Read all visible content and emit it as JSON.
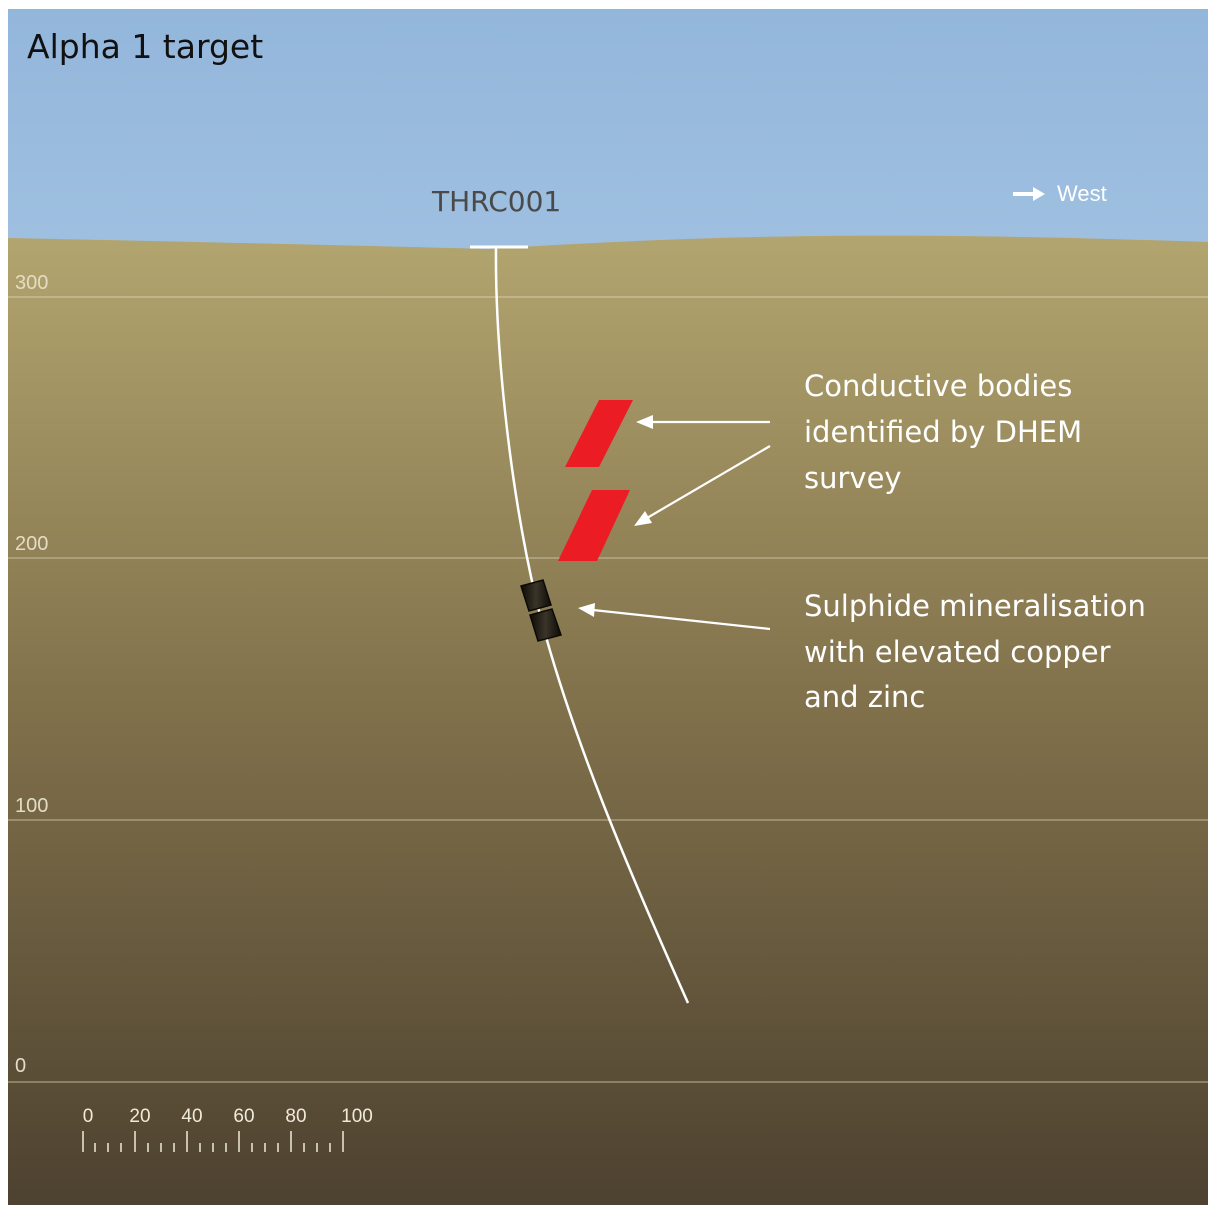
{
  "title": "Alpha 1 target",
  "drillhole": {
    "label": "THRC001"
  },
  "direction": {
    "label": "West"
  },
  "depth_axis": {
    "ticks": [
      {
        "label": "300",
        "value": 300
      },
      {
        "label": "200",
        "value": 200
      },
      {
        "label": "100",
        "value": 100
      },
      {
        "label": "0",
        "value": 0
      }
    ]
  },
  "annotations": {
    "conductors": {
      "lines": [
        "Conductive bodies",
        "identified by DHEM",
        "survey"
      ]
    },
    "sulphides": {
      "lines": [
        "Sulphide mineralisation",
        "with elevated copper",
        "and zinc"
      ]
    }
  },
  "scale_bar": {
    "labels": [
      "0",
      "20",
      "40",
      "60",
      "80",
      "100"
    ]
  },
  "colors": {
    "sky_top": "#93b6db",
    "sky_bottom": "#cde6f5",
    "ground_top": "#b3a56f",
    "ground_bottom": "#4d4230",
    "conductor": "#ec1c24",
    "drill_trace": "#ffffff",
    "mineralisation": "#1e1a12"
  }
}
